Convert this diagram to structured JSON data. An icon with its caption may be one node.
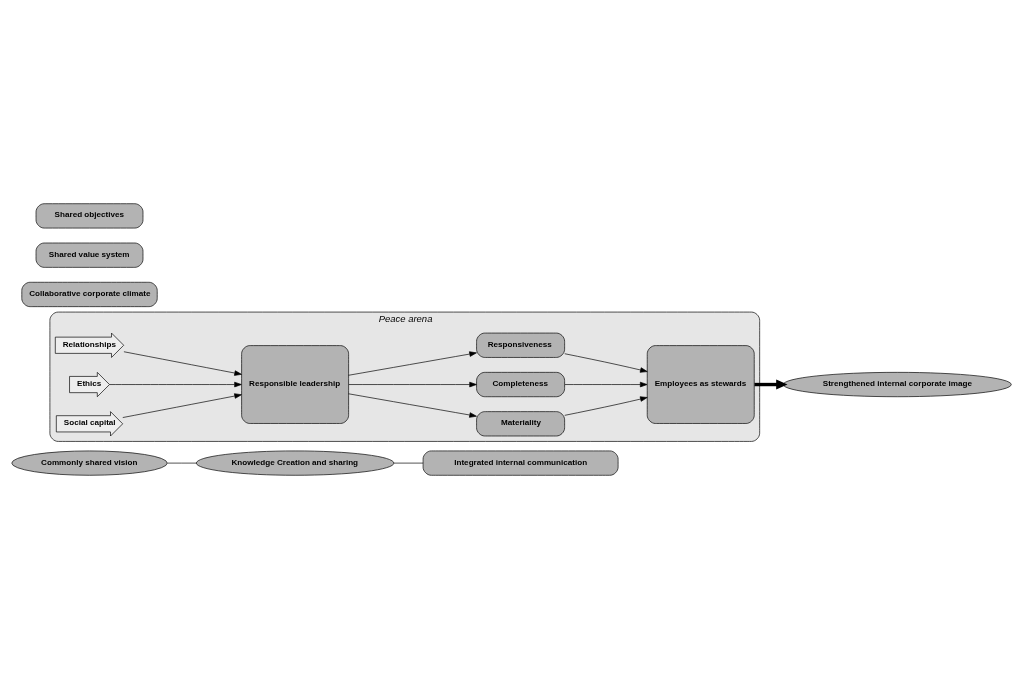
{
  "diagram": {
    "nodes": [
      {
        "text": [
          "Commonly shared vision"
        ]
      },
      {
        "text": [
          "Knowledge Creation and sharing"
        ]
      },
      {
        "text": [
          "Peace arena"
        ]
      },
      {
        "text": [
          "Relationships"
        ],
        "in": 2
      },
      {
        "text": [
          "Ethics"
        ],
        "in": 2
      },
      {
        "text": [
          "Social capital"
        ],
        "in": 2
      },
      {
        "text": [
          "Responsible leadership"
        ],
        "in": 2
      },
      {
        "text": [
          "Materiality"
        ],
        "in": 2
      },
      {
        "text": [
          "Completeness"
        ],
        "in": 2
      },
      {
        "text": [
          "Responsiveness"
        ],
        "in": 2
      },
      {
        "text": [
          "Employees as stewards"
        ],
        "in": 2
      },
      {
        "text": [
          "Strengthened internal corporate image"
        ]
      },
      {
        "text": [
          "Integrated internal communication"
        ]
      },
      {
        "text": [
          "Collaborative corporate climate"
        ]
      },
      {
        "text": [
          "Shared value system"
        ]
      },
      {
        "text": [
          "Shared objectives"
        ]
      }
    ],
    "edges": [
      {
        "from": 0,
        "to": 1,
        "arrow": "none"
      },
      {
        "from": 1,
        "to": 12,
        "arrow": "none"
      },
      {
        "from": 3,
        "to": 6,
        "arrow": "to"
      },
      {
        "from": 4,
        "to": 6,
        "arrow": "to"
      },
      {
        "from": 5,
        "to": 6,
        "arrow": "to"
      },
      {
        "from": 6,
        "to": 7,
        "arrow": "to"
      },
      {
        "from": 6,
        "to": 8,
        "arrow": "to"
      },
      {
        "from": 6,
        "to": 9,
        "arrow": "to"
      },
      {
        "from": 7,
        "to": 10,
        "arrow": "to"
      },
      {
        "from": 8,
        "to": 10,
        "arrow": "to"
      },
      {
        "from": 9,
        "to": 10,
        "arrow": "to"
      },
      {
        "from": 10,
        "to": 11,
        "arrow": "to",
        "style": "thick"
      }
    ]
  }
}
